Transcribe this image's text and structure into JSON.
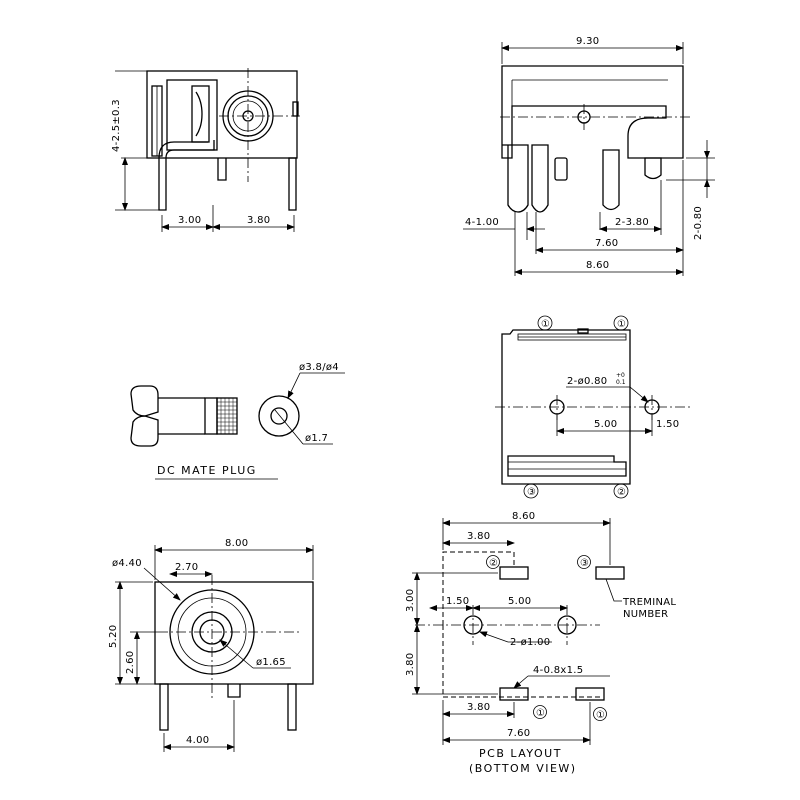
{
  "drawing": {
    "side_view": {
      "height_label": "4-2.5±0.3",
      "base_left": "3.00",
      "base_right": "3.80"
    },
    "front_view": {
      "overall_width": "9.30",
      "pin_width": "4-1.00",
      "pin_pitch": "2-3.80",
      "pin_thickness": "2-0.80",
      "span_760": "7.60",
      "span_860": "8.60"
    },
    "plug": {
      "outer_diameter": "ø3.8/ø4",
      "inner_diameter": "ø1.7",
      "caption": "DC MATE PLUG"
    },
    "top_view": {
      "callout_1a": "①",
      "callout_1b": "①",
      "callout_3": "③",
      "callout_2": "②",
      "hole_label_main": "2-ø0.80",
      "hole_tol_upper": "+0",
      "hole_tol_lower": "0.1",
      "hole_spacing": "5.00",
      "hole_edge": "1.50"
    },
    "bottom_view": {
      "width": "8.00",
      "opening_diameter": "ø4.40",
      "center_offset": "2.70",
      "height": "5.20",
      "center_height": "2.60",
      "pin_diameter": "ø1.65",
      "pin_offset": "4.00"
    },
    "pcb_layout": {
      "total_width": "8.60",
      "pad_spacing_top": "3.80",
      "pad_row_offset": "3.00",
      "hole_offset": "1.50",
      "hole_spacing": "5.00",
      "bottom_row_offset": "3.80",
      "hole_label": "2-ø1.00",
      "pad_label": "4-0.8x1.5",
      "pad_spacing_bottom": "3.80",
      "bottom_width": "7.60",
      "pad_num_2": "②",
      "pad_num_3": "③",
      "pad_num_1a": "①",
      "pad_num_1b": "①",
      "terminal_label_1": "TREMINAL",
      "terminal_label_2": "NUMBER",
      "caption_1": "PCB LAYOUT",
      "caption_2": "(BOTTOM VIEW)"
    }
  }
}
